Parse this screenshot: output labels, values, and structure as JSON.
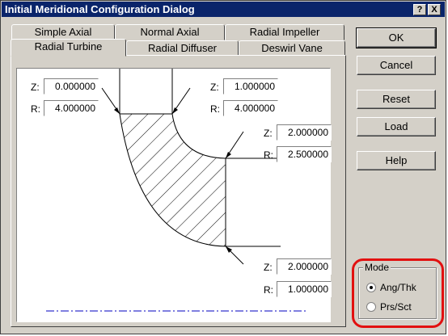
{
  "window": {
    "title": "Initial Meridional Configuration Dialog",
    "help_glyph": "?",
    "close_glyph": "X"
  },
  "tabs": {
    "row1": [
      "Simple Axial",
      "Normal Axial",
      "Radial Impeller"
    ],
    "row2": [
      "Radial Turbine",
      "Radial Diffuser",
      "Deswirl Vane"
    ],
    "active": "Radial Turbine"
  },
  "fields": {
    "z_label": "Z:",
    "r_label": "R:",
    "hub_in": {
      "z": "0.000000",
      "r": "4.000000"
    },
    "shroud_in": {
      "z": "1.000000",
      "r": "4.000000"
    },
    "shroud_out": {
      "z": "2.000000",
      "r": "2.500000"
    },
    "hub_out": {
      "z": "2.000000",
      "r": "1.000000"
    }
  },
  "buttons": {
    "ok": "OK",
    "cancel": "Cancel",
    "reset": "Reset",
    "load": "Load",
    "help": "Help"
  },
  "mode": {
    "title": "Mode",
    "options": [
      "Ang/Thk",
      "Prs/Sct"
    ],
    "selected": "Ang/Thk"
  },
  "colors": {
    "titlebar": "#0a246a",
    "highlight": "#e21010",
    "axis_line": "#0000c0"
  }
}
